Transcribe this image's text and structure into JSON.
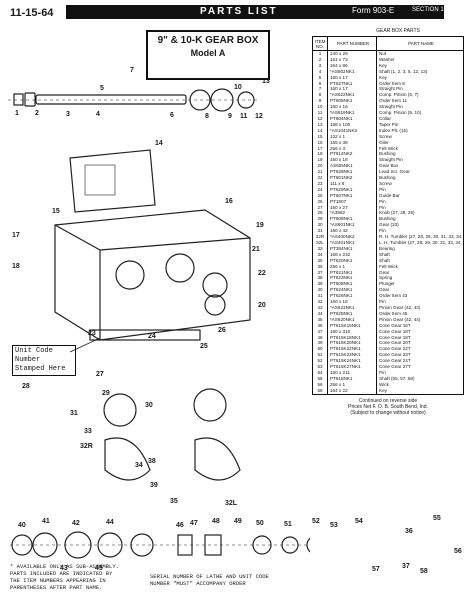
{
  "header": {
    "date": "11-15-64",
    "title": "PARTS LIST",
    "form": "Form 903-E",
    "section": "SECTION 1"
  },
  "title_box": {
    "line1": "9\" & 10-K  GEAR BOX",
    "line2": "Model A"
  },
  "unit_code_label": "Unit Code Number Stamped Here",
  "footnote_left": "* Available only as sub-assembly. Parts included are indicated by the item numbers appearing in parentheses after part name.",
  "footnote_center": "Serial number of lathe and unit code number \"MUST\" accompany order",
  "table": {
    "caption": "GEAR BOX PARTS",
    "col_item": "ITEM NO.",
    "col_part_no": "PART NUMBER",
    "col_part_name": "PART NAME",
    "rows": [
      [
        "1",
        "140 x 29",
        "Nut"
      ],
      [
        "2",
        "161 x 73",
        "Washer"
      ],
      [
        "3",
        "164 x 86",
        "Key"
      ],
      [
        "4",
        "*AS602NK1",
        "Shaft (1, 2, 3, 5, 12, 13)"
      ],
      [
        "5",
        "160 x 17",
        "Key"
      ],
      [
        "6",
        "PT627NK1",
        "Order Item 8"
      ],
      [
        "7",
        "160 x 17",
        "Straight Pin"
      ],
      [
        "8",
        "*AS622NK1",
        "Comp. Pinion (6, 7)"
      ],
      [
        "9",
        "PT605NK1",
        "Order Item 11"
      ],
      [
        "10",
        "160 x 16",
        "Straight Pin"
      ],
      [
        "11",
        "*AS619NK1",
        "Comp. Pinion (9, 10)"
      ],
      [
        "12",
        "PT604NK1",
        "Collar"
      ],
      [
        "13",
        "168 x 100",
        "Taper Pin"
      ],
      [
        "14",
        "*AS1041NK3",
        "Index Plt. (15)"
      ],
      [
        "15",
        "132 x 1",
        "Screw"
      ],
      [
        "16",
        "155 x 38",
        "Oiler"
      ],
      [
        "17",
        "256 x 3",
        "Felt Wick"
      ],
      [
        "18",
        "PT614NK2",
        "Bushing"
      ],
      [
        "19",
        "160 x 18",
        "Straight Pin"
      ],
      [
        "20",
        "AS605NK1",
        "Gear Box"
      ],
      [
        "21",
        "PT628NK1",
        "Lead Scr. Gear"
      ],
      [
        "22",
        "PT601NK2",
        "Bushing"
      ],
      [
        "23",
        "111 x 6",
        "Screw"
      ],
      [
        "24",
        "PT629NK1",
        "Pin"
      ],
      [
        "25",
        "PT607NK1",
        "Guide Bar"
      ],
      [
        "26",
        "PT1807",
        "Pin"
      ],
      [
        "27",
        "160 x 27",
        "Pin"
      ],
      [
        "28",
        "*A3882",
        "Knob (27, 28, 29)"
      ],
      [
        "29",
        "PT608NK1",
        "Bushing"
      ],
      [
        "30",
        "*AS601NK1",
        "Gear (33)"
      ],
      [
        "31",
        "160 x 42",
        "Pin"
      ],
      [
        "32R",
        "*AS400NK2",
        "R. H. Tumbler (27, 28, 29, 30, 31, 33, 34, 35)"
      ],
      [
        "32L",
        "*AS401NK1",
        "L. H. Tumbler (27, 28, 29, 30, 31, 33, 34, 35)"
      ],
      [
        "33",
        "PT384NK1",
        "Bearing"
      ],
      [
        "34",
        "168 x 232",
        "Shaft"
      ],
      [
        "35",
        "PT620NK1",
        "Shaft"
      ],
      [
        "36",
        "256 x 1",
        "Felt Wick"
      ],
      [
        "37",
        "PT621NK1",
        "Gear"
      ],
      [
        "38",
        "PT623NK1",
        "Spring"
      ],
      [
        "39",
        "PT608NK1",
        "Plunger"
      ],
      [
        "40",
        "PT624NK1",
        "Gear"
      ],
      [
        "41",
        "PT626NK1",
        "Order Item 43"
      ],
      [
        "42",
        "160 x 16",
        "Pin"
      ],
      [
        "43",
        "*AS623NK1",
        "Pinion Gear (42, 43)"
      ],
      [
        "44",
        "PT625NK1",
        "Order Item 45"
      ],
      [
        "45",
        "*AS620NK1",
        "Pinion Gear (42, 44)"
      ],
      [
        "46",
        "PT615K15NK1",
        "Cone Gear 16T"
      ],
      [
        "47",
        "160 x 310",
        "Cone Gear 18T"
      ],
      [
        "48",
        "PT615K18NK1",
        "Cone Gear 18T"
      ],
      [
        "49",
        "PT615K20NK1",
        "Cone Gear 20T"
      ],
      [
        "50",
        "PT615K22NK1",
        "Cone Gear 22T"
      ],
      [
        "51",
        "PT615K23NK1",
        "Cone Gear 23T"
      ],
      [
        "52",
        "PT615K24NK1",
        "Cone Gear 24T"
      ],
      [
        "53",
        "PT615K27NK1",
        "Cone Gear 27T"
      ],
      [
        "54",
        "160 x 211",
        "Pin"
      ],
      [
        "55",
        "PT618NK1",
        "Shaft (55, 57, 58)"
      ],
      [
        "56",
        "256 x 1",
        "Wick"
      ],
      [
        "58",
        "164 x 22",
        "Key"
      ]
    ],
    "note": "Continued on reverse side\nPrices Net F. O. B. South Bend, Ind.\n(Subject to change without notice)"
  },
  "callouts": [
    "1",
    "2",
    "3",
    "4",
    "5",
    "6",
    "7",
    "8",
    "9",
    "10",
    "11",
    "12",
    "13",
    "14",
    "15",
    "16",
    "17",
    "18",
    "19",
    "20",
    "21",
    "22",
    "23",
    "24",
    "25",
    "26",
    "27",
    "28",
    "29",
    "30",
    "31",
    "32L",
    "32R",
    "33",
    "34",
    "35",
    "36",
    "37",
    "38",
    "39",
    "40",
    "41",
    "42",
    "43",
    "44",
    "45",
    "46",
    "47",
    "48",
    "49",
    "50",
    "51",
    "52",
    "53",
    "54",
    "55",
    "56",
    "57",
    "58"
  ]
}
